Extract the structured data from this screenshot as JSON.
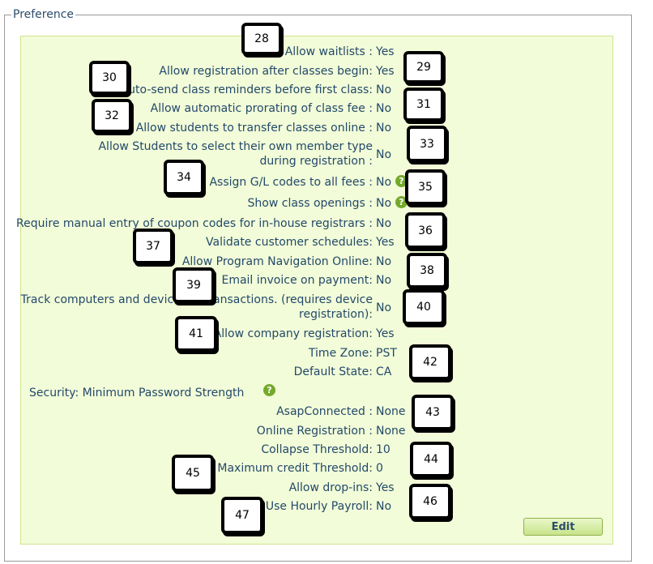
{
  "section": {
    "legend": "Preference"
  },
  "rows": [
    {
      "label": "Allow waitlists :",
      "value": "Yes"
    },
    {
      "label": "Allow registration after classes begin:",
      "value": "Yes"
    },
    {
      "label": "Auto-send class reminders before first class:",
      "value": "No"
    },
    {
      "label": "Allow automatic prorating of class fee :",
      "value": "No"
    },
    {
      "label": "Allow students to transfer classes online :",
      "value": "No"
    },
    {
      "label": "Allow Students to select their own member type during registration :",
      "value": "No"
    },
    {
      "label": "Assign G/L codes to all fees :",
      "value": "No"
    },
    {
      "label": "Show class openings :",
      "value": "No"
    },
    {
      "label": "Require manual entry of coupon codes for in-house registrars :",
      "value": "No"
    },
    {
      "label": "Validate customer schedules:",
      "value": "Yes"
    },
    {
      "label": "Allow Program Navigation Online:",
      "value": "No"
    },
    {
      "label": "Email invoice on payment:",
      "value": "No"
    },
    {
      "label": "Track computers and devices in transactions. (requires device registration):",
      "value": "No"
    },
    {
      "label": "Allow company registration:",
      "value": "Yes"
    },
    {
      "label": "Time Zone:",
      "value": "PST"
    },
    {
      "label": "Default State:",
      "value": "CA"
    },
    {
      "label": "AsapConnected :",
      "value": "None"
    },
    {
      "label": "Online Registration :",
      "value": "None"
    },
    {
      "label": "Collapse Threshold:",
      "value": "10"
    },
    {
      "label": "Maximum credit Threshold:",
      "value": "0"
    },
    {
      "label": "Allow drop-ins:",
      "value": "Yes"
    },
    {
      "label": "Use Hourly Payroll:",
      "value": "No"
    }
  ],
  "security_label": "Security: Minimum Password Strength",
  "help_glyph": "?",
  "edit_button": "Edit",
  "badges": [
    "28",
    "29",
    "30",
    "31",
    "32",
    "33",
    "34",
    "35",
    "36",
    "37",
    "38",
    "39",
    "40",
    "41",
    "42",
    "43",
    "44",
    "45",
    "46",
    "47"
  ]
}
